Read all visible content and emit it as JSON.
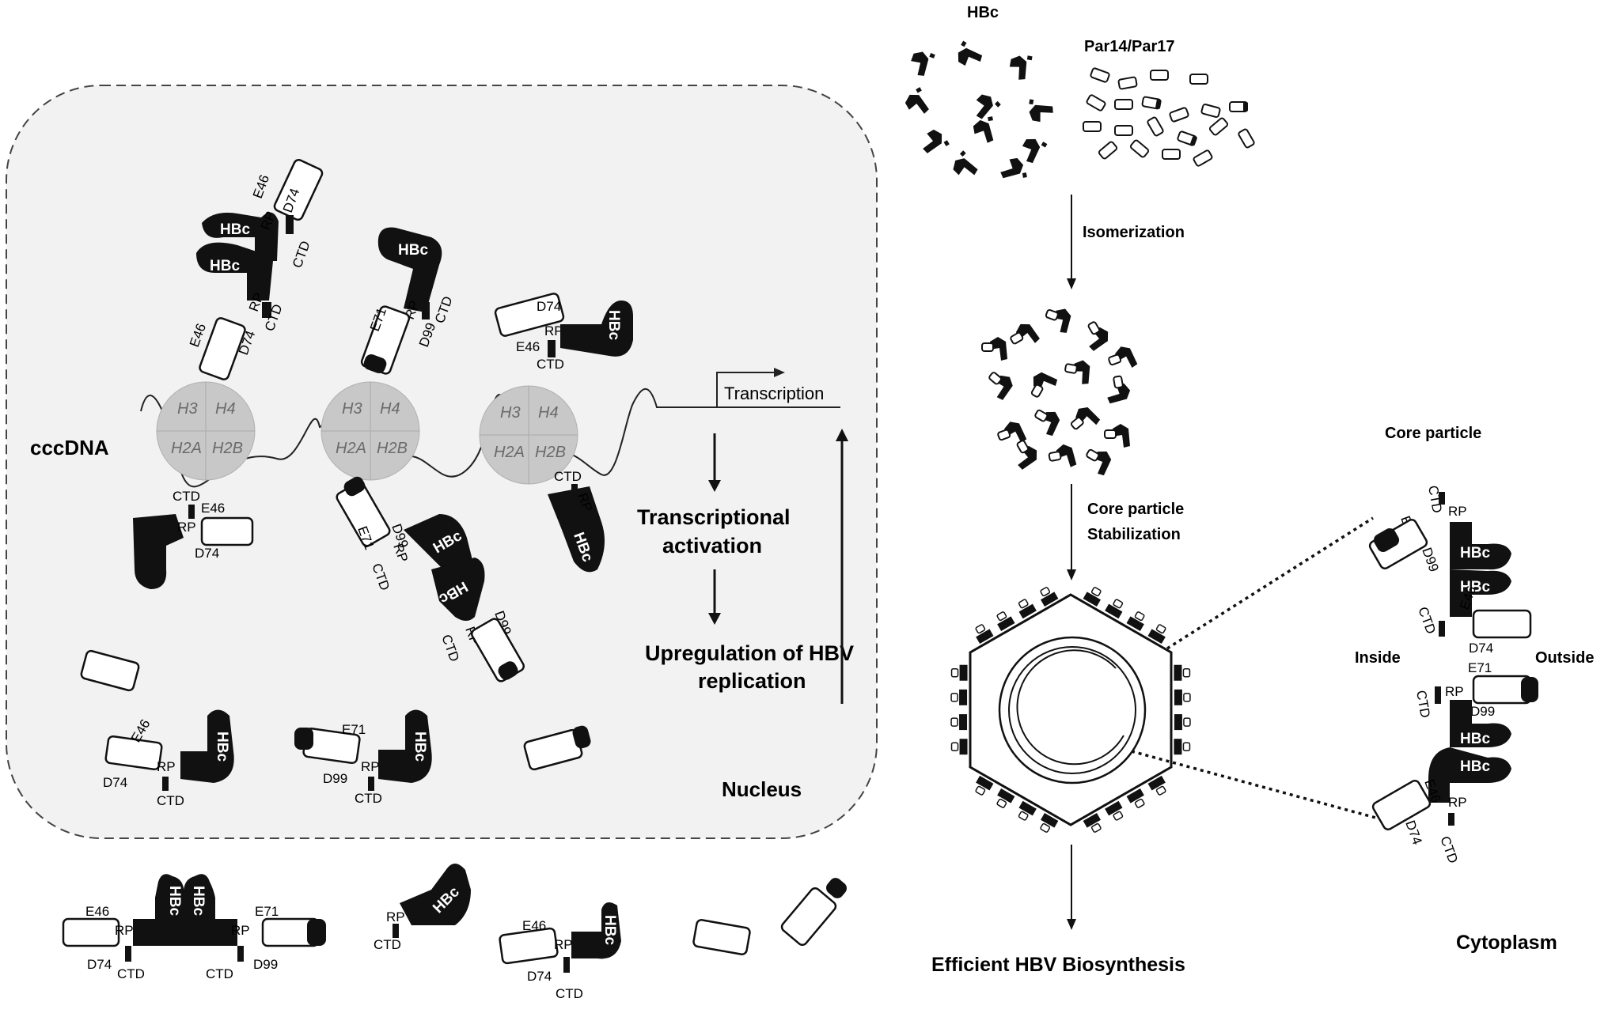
{
  "labels": {
    "hbc_pool": "HBc",
    "par_pool": "Par14/Par17",
    "isomerization": "Isomerization",
    "core_stab_1": "Core particle",
    "core_stab_2": "Stabilization",
    "core_particle": "Core particle",
    "inside": "Inside",
    "outside": "Outside",
    "cytoplasm": "Cytoplasm",
    "efficient": "Efficient HBV Biosynthesis",
    "cccdna": "cccDNA",
    "nucleus": "Nucleus",
    "transcription": "Transcription",
    "tx_activation_1": "Transcriptional",
    "tx_activation_2": "activation",
    "upregulation_1": "Upregulation of HBV",
    "upregulation_2": "replication"
  },
  "histones": [
    "H3",
    "H4",
    "H2A",
    "H2B"
  ],
  "protein_labels": {
    "hbc": "HBc",
    "rp": "RP",
    "ctd": "CTD",
    "e46": "E46",
    "d74": "D74",
    "e71": "E71",
    "d99": "D99"
  },
  "colors": {
    "nucleus_fill": "#f2f2f2",
    "nucleus_border": "#444444",
    "histone_fill": "#c8c8c8",
    "hbc_fill": "#111111"
  }
}
